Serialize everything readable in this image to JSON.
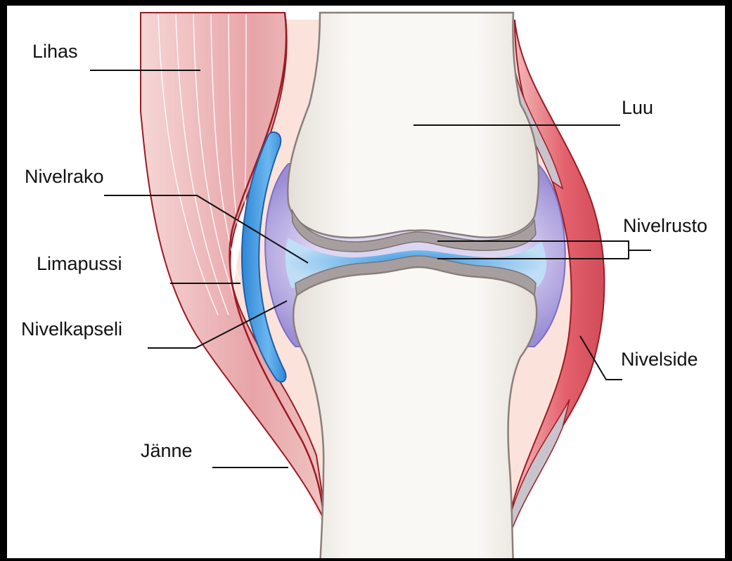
{
  "labels": {
    "muscle": "Lihas",
    "bone": "Luu",
    "joint_space": "Nivelrako",
    "cartilage": "Nivelrusto",
    "bursa": "Limapussi",
    "joint_capsule": "Nivelkapseli",
    "ligament": "Nivelside",
    "tendon": "Jänne"
  },
  "colors": {
    "muscle": "#e8a0a4",
    "muscle_dark": "#9b1b24",
    "bone": "#f4f1ec",
    "bone_outline": "#8a7f7a",
    "cartilage": "#a69c9c",
    "capsule": "#a89ad8",
    "bursa": "#4a9de0",
    "synovial": "#5fb4ef",
    "ligament": "#e56a74",
    "skin_tone": "#f7d2c8"
  }
}
